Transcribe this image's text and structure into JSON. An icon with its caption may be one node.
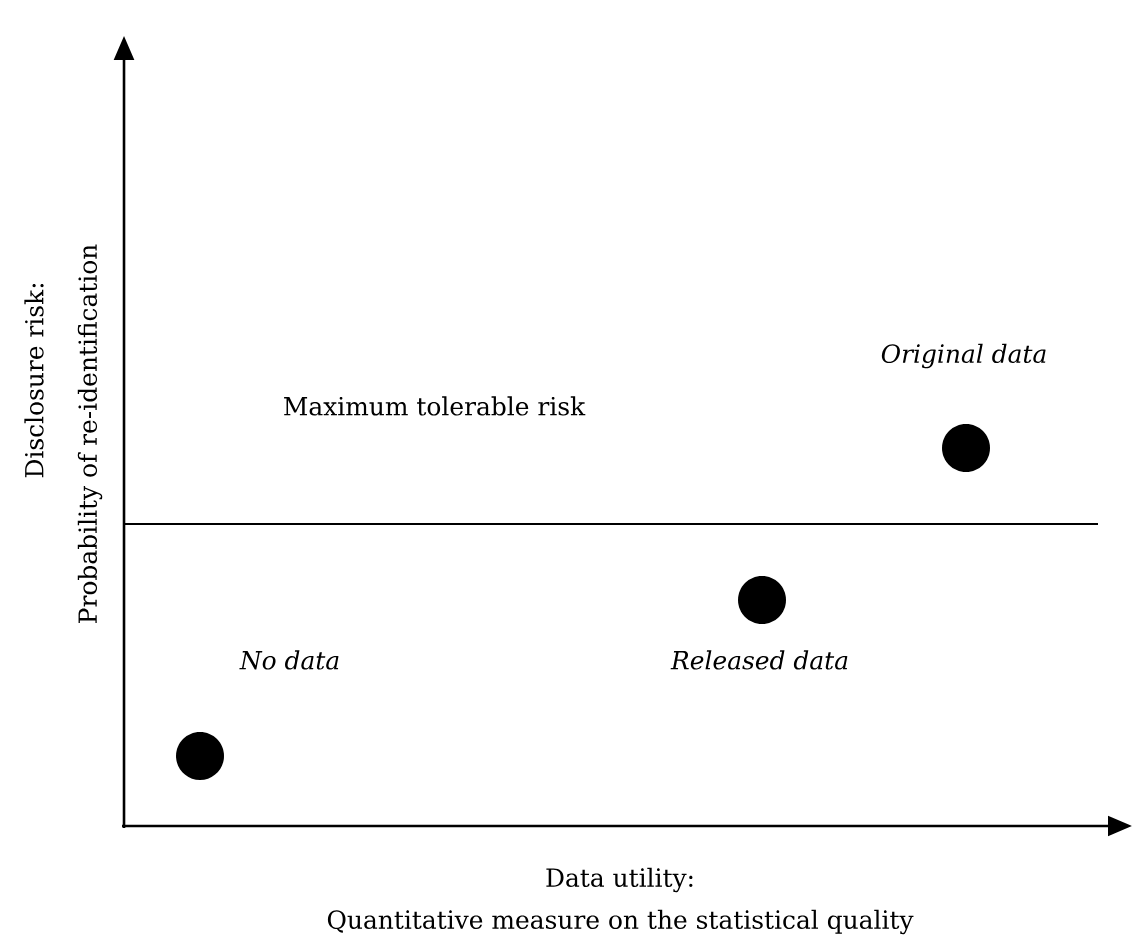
{
  "diagram": {
    "nodes": [
      {
        "text": [],
        "shape": "circle",
        "beside": [
          "*No data*"
        ]
      },
      {
        "text": [],
        "shape": "circle",
        "beside": [
          "*Released data*"
        ]
      },
      {
        "text": [],
        "shape": "circle",
        "beside": [
          "*Original data*"
        ]
      }
    ],
    "labels": [
      "Maximum tolerable risk",
      "Disclosure risk:",
      "Probability of re-identification",
      "Data utility:",
      "Quantitative measure on the statistical quality"
    ]
  }
}
